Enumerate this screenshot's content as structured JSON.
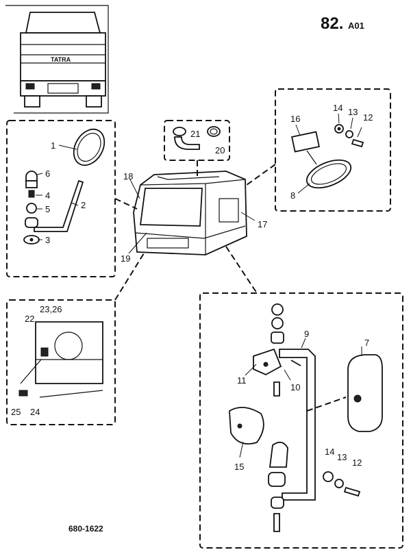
{
  "page": {
    "sheet_number": "82.",
    "sheet_suffix": "A01",
    "drawing_number": "680-1622",
    "truck_badge": "TATRA"
  },
  "callouts": [
    "1",
    "2",
    "3",
    "4",
    "5",
    "6",
    "7",
    "8",
    "9",
    "10",
    "11",
    "12",
    "13",
    "14",
    "15",
    "16",
    "17",
    "18",
    "19",
    "20",
    "21",
    "22",
    "23,26",
    "24",
    "25"
  ]
}
